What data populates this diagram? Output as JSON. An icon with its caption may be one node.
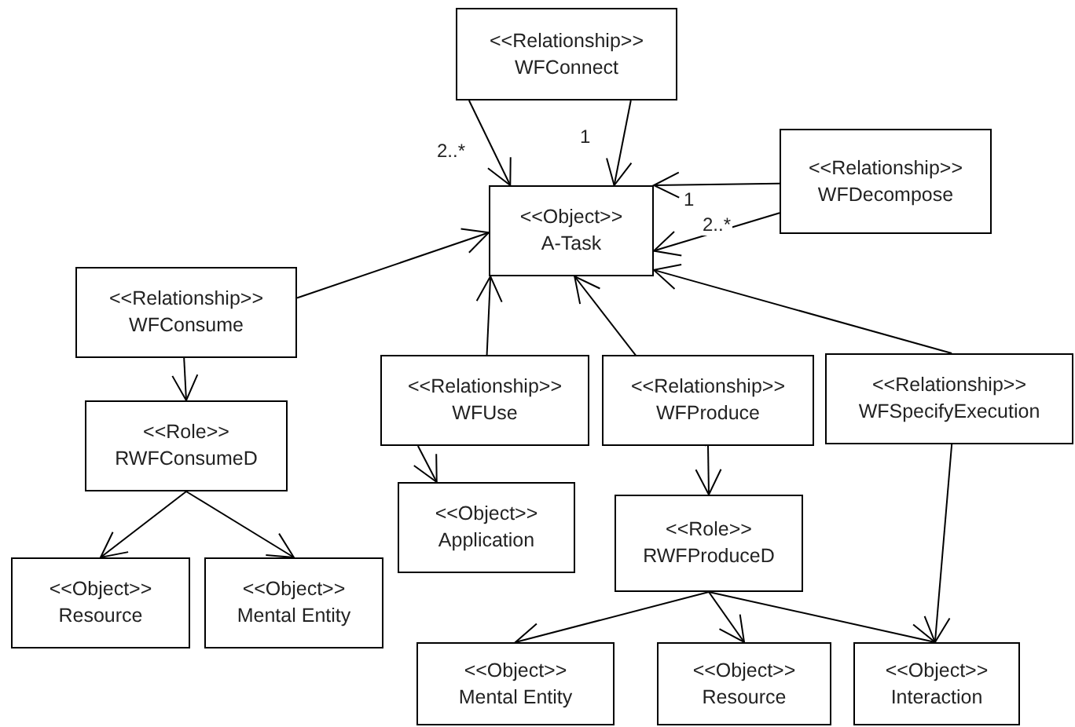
{
  "diagram": {
    "nodes": [
      {
        "text": [
          "<<Relationship>>",
          "WFConnect"
        ]
      },
      {
        "text": [
          "<<Relationship>>",
          "WFDecompose"
        ]
      },
      {
        "text": [
          "<<Object>>",
          "A-Task"
        ]
      },
      {
        "text": [
          "<<Relationship>>",
          "WFConsume"
        ]
      },
      {
        "text": [
          "<<Relationship>>",
          "WFUse"
        ]
      },
      {
        "text": [
          "<<Relationship>>",
          "WFProduce"
        ]
      },
      {
        "text": [
          "<<Relationship>>",
          "WFSpecifyExecution"
        ]
      },
      {
        "text": [
          "<<Role>>",
          "RWFConsumeD"
        ]
      },
      {
        "text": [
          "<<Object>>",
          "Application"
        ]
      },
      {
        "text": [
          "<<Role>>",
          "RWFProduceD"
        ]
      },
      {
        "text": [
          "<<Object>>",
          "Resource"
        ]
      },
      {
        "text": [
          "<<Object>>",
          "Mental Entity"
        ]
      },
      {
        "text": [
          "<<Object>>",
          "Mental Entity"
        ]
      },
      {
        "text": [
          "<<Object>>",
          "Resource"
        ]
      },
      {
        "text": [
          "<<Object>>",
          "Interaction"
        ]
      }
    ],
    "edges": [
      {
        "from": 0,
        "to": 2,
        "arrow": "to",
        "label": "2..*"
      },
      {
        "from": 0,
        "to": 2,
        "arrow": "to",
        "label": "1"
      },
      {
        "from": 1,
        "to": 2,
        "arrow": "to",
        "label": "1"
      },
      {
        "from": 1,
        "to": 2,
        "arrow": "to",
        "label": "2..*"
      },
      {
        "from": 3,
        "to": 2,
        "arrow": "to"
      },
      {
        "from": 3,
        "to": 7,
        "arrow": "to"
      },
      {
        "from": 7,
        "to": 10,
        "arrow": "to"
      },
      {
        "from": 7,
        "to": 11,
        "arrow": "to"
      },
      {
        "from": 4,
        "to": 2,
        "arrow": "to"
      },
      {
        "from": 4,
        "to": 8,
        "arrow": "to"
      },
      {
        "from": 5,
        "to": 2,
        "arrow": "to"
      },
      {
        "from": 5,
        "to": 9,
        "arrow": "to"
      },
      {
        "from": 6,
        "to": 2,
        "arrow": "to"
      },
      {
        "from": 6,
        "to": 14,
        "arrow": "to"
      },
      {
        "from": 9,
        "to": 12,
        "arrow": "to"
      },
      {
        "from": 9,
        "to": 13,
        "arrow": "to"
      },
      {
        "from": 9,
        "to": 14,
        "arrow": "to"
      }
    ]
  }
}
